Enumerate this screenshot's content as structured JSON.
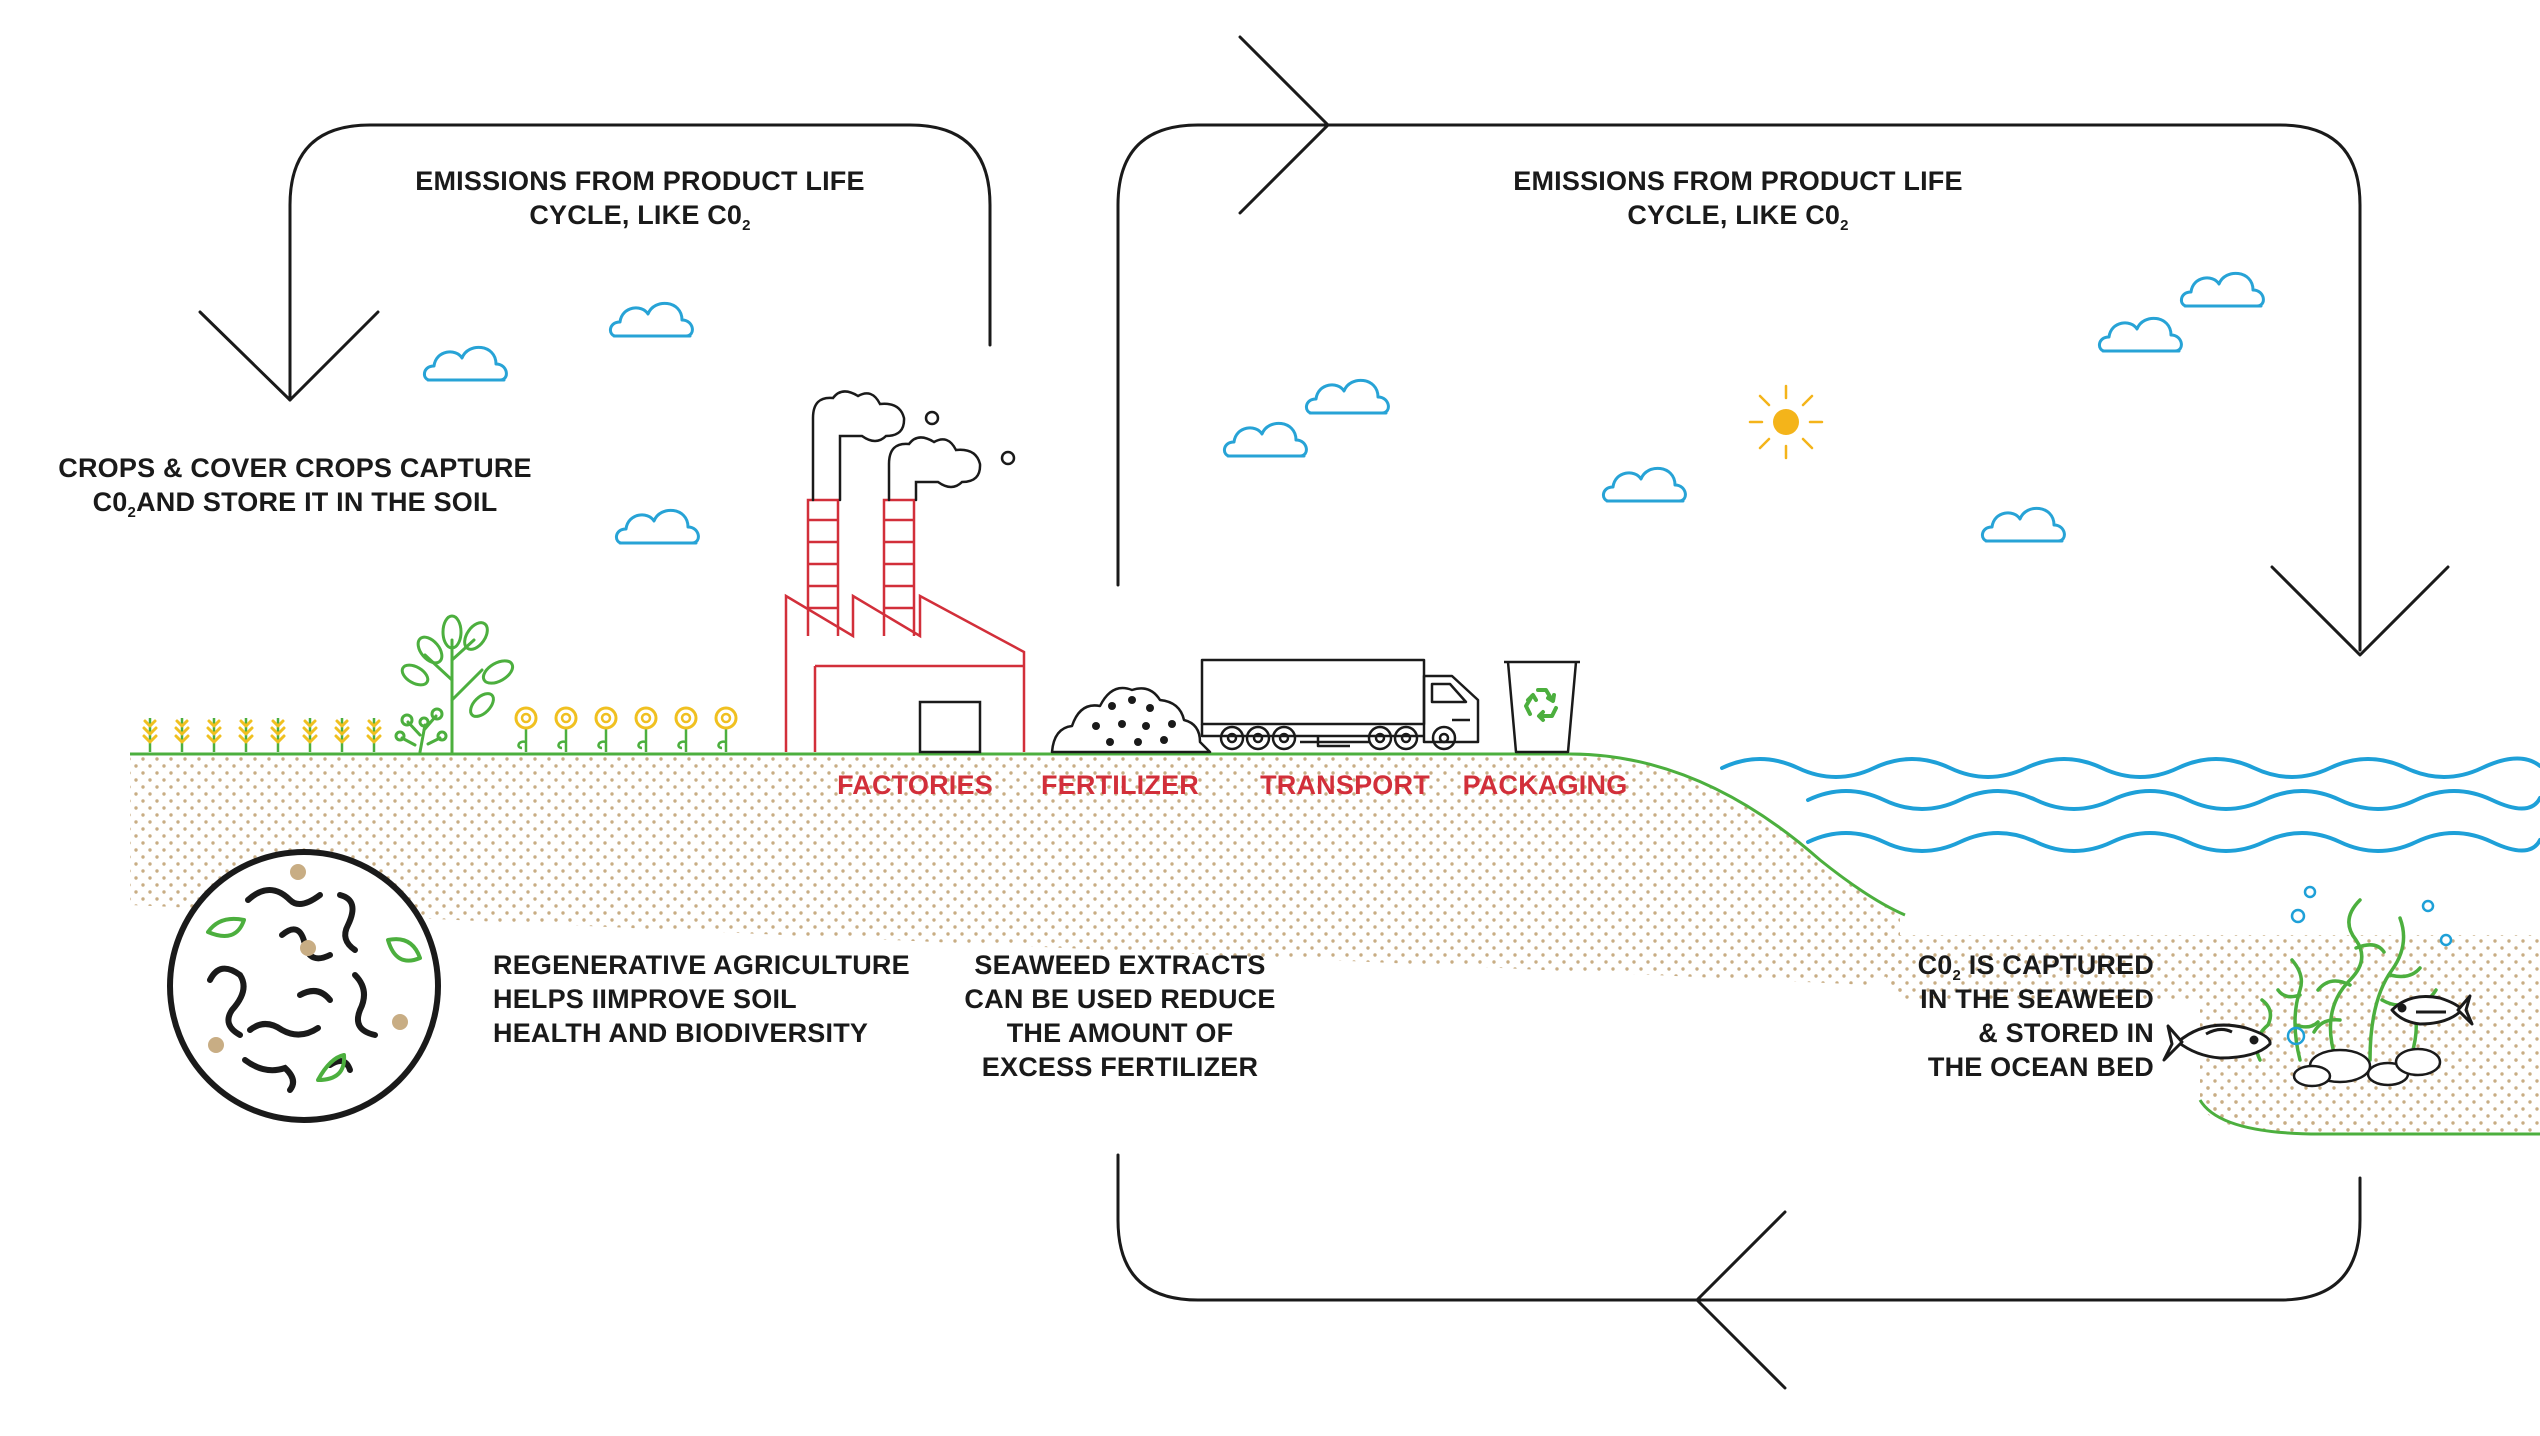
{
  "labels": {
    "emissions_left": {
      "line1": "EMISSIONS FROM PRODUCT LIFE",
      "line2_pre": "CYCLE, LIKE C0",
      "line2_sub": "2"
    },
    "emissions_right": {
      "line1": "EMISSIONS FROM PRODUCT LIFE",
      "line2_pre": "CYCLE, LIKE C0",
      "line2_sub": "2"
    },
    "crops": {
      "line1": "CROPS & COVER CROPS CAPTURE",
      "line2_pre": "C0",
      "line2_sub": "2",
      "line2_post": "AND STORE IT IN THE SOIL"
    },
    "factories": "FACTORIES",
    "fertilizer": "FERTILIZER",
    "transport": "TRANSPORT",
    "packaging": "PACKAGING",
    "regenerative": {
      "line1": "REGENERATIVE AGRICULTURE",
      "line2": "HELPS IIMPROVE SOIL",
      "line3": "HEALTH AND BIODIVERSITY"
    },
    "seaweed_extracts": {
      "line1": "SEAWEED EXTRACTS",
      "line2": "CAN BE USED REDUCE",
      "line3": "THE AMOUNT OF",
      "line4": "EXCESS FERTILIZER"
    },
    "captured": {
      "line1_pre": "C0",
      "line1_sub": "2",
      "line1_post": " IS CAPTURED",
      "line2": "IN THE SEAWEED",
      "line3": "& STORED IN",
      "line4": "THE OCEAN BED"
    }
  },
  "colors": {
    "stroke": "#1a1a1a",
    "accent_red": "#d22f3a",
    "ground_green": "#4caf3e",
    "water_blue": "#1ea0d8",
    "cloud_blue": "#27a3d6",
    "sun_yellow": "#f4b41a",
    "soil_dots": "#c8ad84",
    "crop_yellow": "#f0c020"
  },
  "icons": [
    "cloud-icon",
    "sun-icon",
    "factory-icon",
    "fertilizer-pile-icon",
    "truck-icon",
    "recycle-bin-icon",
    "soil-circle-icon",
    "fish-icon",
    "seaweed-icon",
    "wheat-icon",
    "sunflower-icon",
    "tree-icon",
    "cycle-arrow-icon"
  ]
}
